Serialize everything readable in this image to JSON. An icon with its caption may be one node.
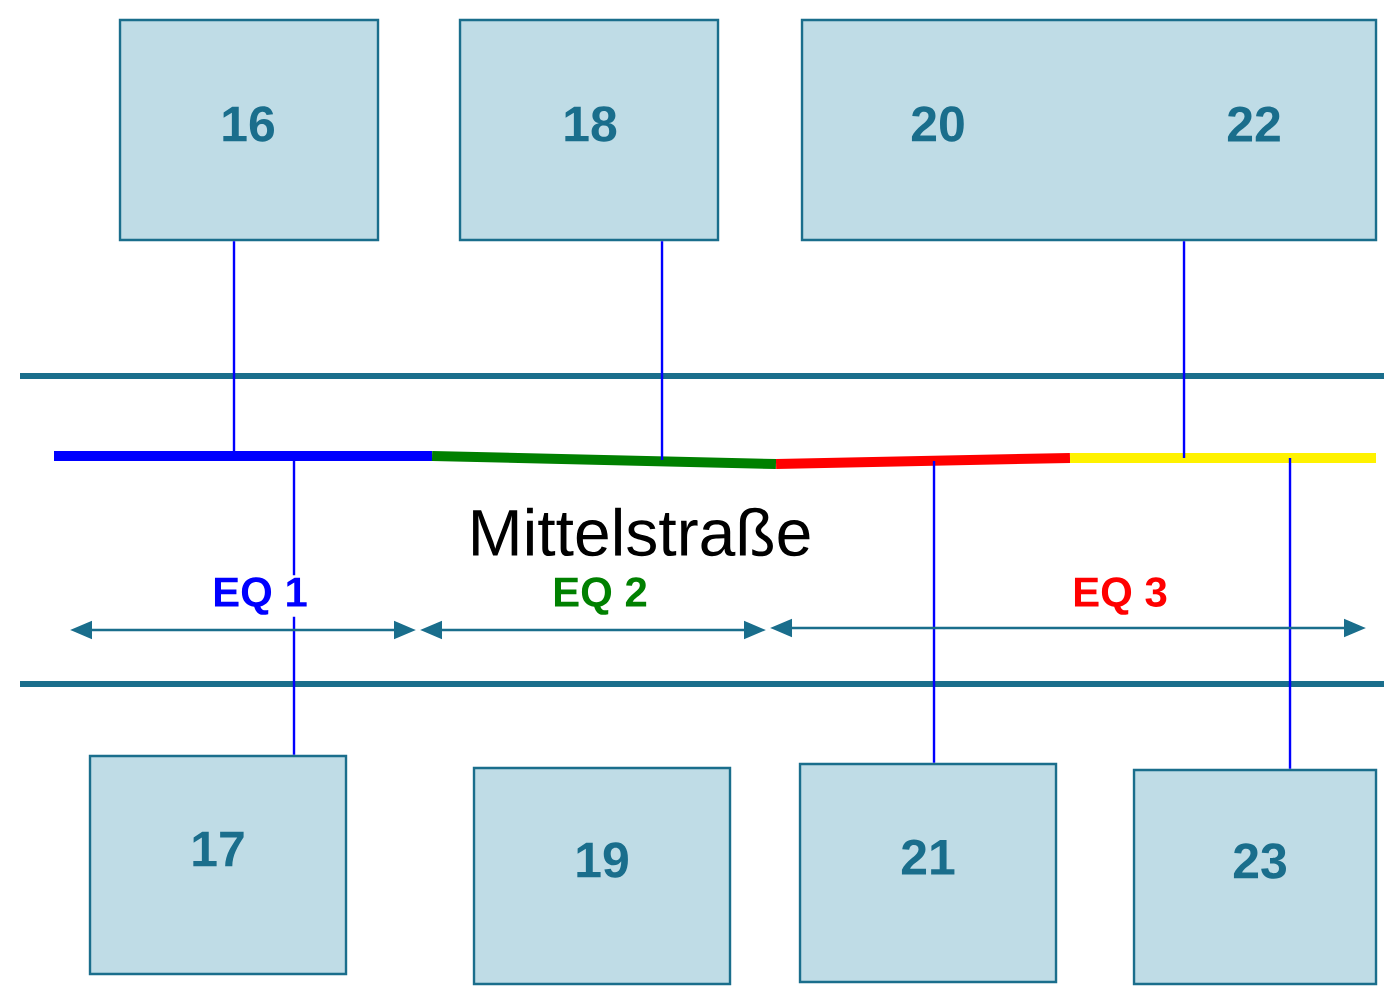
{
  "diagram": {
    "nodes": [
      {
        "text": [
          "16"
        ]
      },
      {
        "text": [
          "18"
        ]
      },
      {
        "text": [
          "20",
          "22"
        ]
      },
      {
        "text": [],
        "shape": "bar"
      },
      {
        "text": [],
        "shape": "bar"
      },
      {
        "text": [],
        "shape": "bar"
      },
      {
        "text": [],
        "shape": "bar"
      },
      {
        "text": [
          "17"
        ]
      },
      {
        "text": [
          "19"
        ]
      },
      {
        "text": [
          "21"
        ]
      },
      {
        "text": [
          "23"
        ]
      }
    ],
    "edges": [
      {
        "from": 0,
        "to": 3,
        "arrow": "none"
      },
      {
        "from": 1,
        "to": 4,
        "arrow": "none"
      },
      {
        "from": 2,
        "to": 6,
        "arrow": "none"
      },
      {
        "from": 7,
        "to": 3,
        "arrow": "none"
      },
      {
        "from": 9,
        "to": 5,
        "arrow": "none"
      },
      {
        "from": 10,
        "to": 6,
        "arrow": "none"
      }
    ],
    "labels": [
      "Mittelstraße",
      "EQ 1",
      "EQ 2",
      "EQ 3"
    ]
  }
}
